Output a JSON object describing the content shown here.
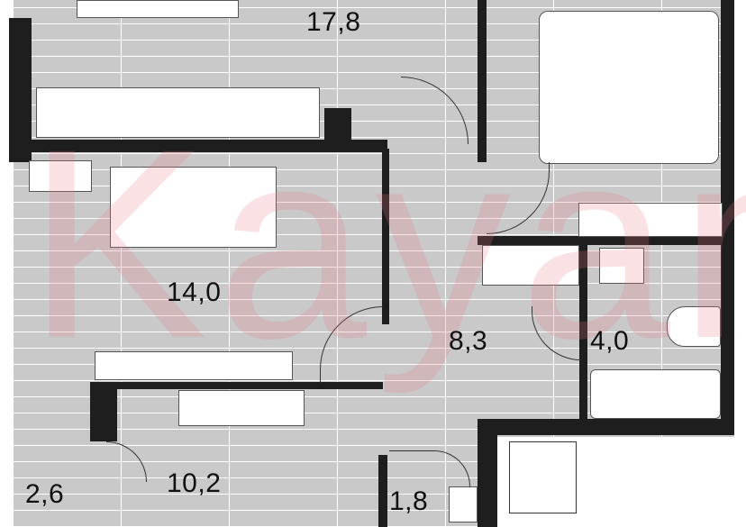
{
  "watermark": "Kayan",
  "rooms": [
    {
      "area": "17,8"
    },
    {
      "area": "14,0"
    },
    {
      "area": "8,3"
    },
    {
      "area": "4,0"
    },
    {
      "area": "10,2"
    },
    {
      "area": "2,6"
    },
    {
      "area": "1,8"
    }
  ],
  "colors": {
    "floor": "#c9c9c9",
    "walls": "#1e1e1e",
    "watermark": "#e67882"
  }
}
